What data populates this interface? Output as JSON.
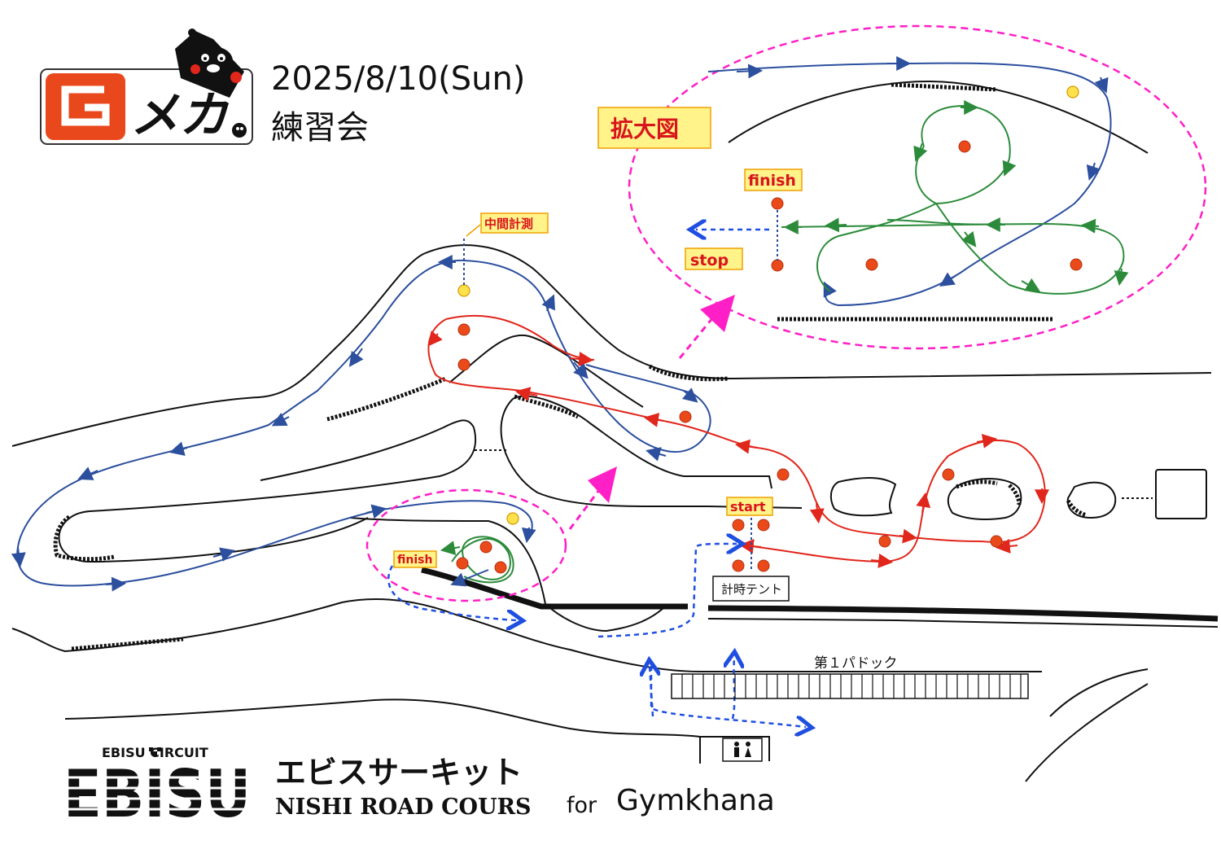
{
  "header": {
    "date": "2025/8/10(Sun)",
    "event": "練習会",
    "logo_text": "メカ",
    "logo_mark": "G"
  },
  "labels": {
    "zoom": "拡大図",
    "finish_zoom": "finish",
    "stop": "stop",
    "mid_timing": "中間計測",
    "finish": "finish",
    "start": "start",
    "timing_tent": "計時テント",
    "paddock": "第１パドック"
  },
  "footer": {
    "brand_small": "EBISU CIRCUIT",
    "brand_big": "EBISU",
    "name_ja": "エビスサーキット",
    "name_en": "NISHI ROAD COURS",
    "for": "for",
    "gymkhana": "Gymkhana"
  },
  "colors": {
    "blue_route": "#2c4f9e",
    "red_route": "#e1261c",
    "green_route": "#2c8b3a",
    "pink_zoom": "#ff1fc6",
    "pylon": "#ea4a1a",
    "marker": "#ffe14b",
    "logo_red": "#e8481c"
  },
  "icons": [
    "kumamon-mascot-icon",
    "restroom-icon",
    "checkered-flag-icon"
  ]
}
